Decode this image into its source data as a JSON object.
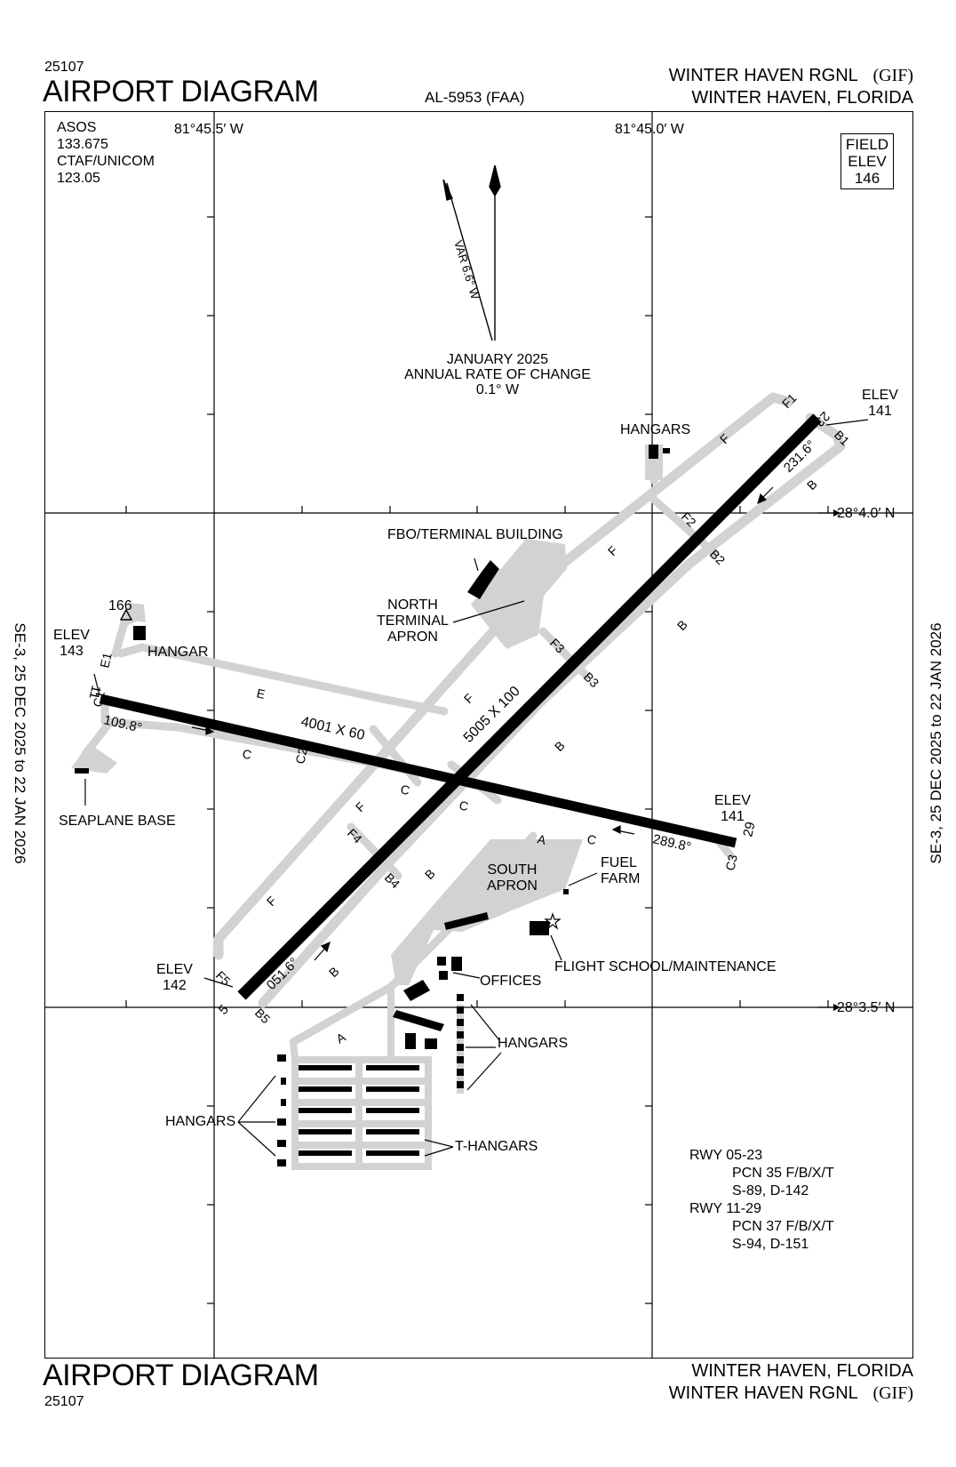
{
  "header": {
    "procedure_number": "25107",
    "title": "AIRPORT DIAGRAM",
    "al_number": "AL-5953 (FAA)",
    "airport_name": "WINTER HAVEN RGNL",
    "airport_id": "(GIF)",
    "city_state": "WINTER HAVEN, FLORIDA"
  },
  "footer": {
    "procedure_number": "25107",
    "title": "AIRPORT DIAGRAM",
    "city_state": "WINTER HAVEN, FLORIDA",
    "airport_name": "WINTER HAVEN RGNL",
    "airport_id": "(GIF)"
  },
  "effective": {
    "left": "SE-3,  25 DEC 2025  to  22 JAN 2026",
    "right": "SE-3,  25 DEC 2025  to  22 JAN 2026"
  },
  "comms": {
    "line1": "ASOS",
    "line2": "133.675",
    "line3": "CTAF/UNICOM",
    "line4": "123.05"
  },
  "field_elev": {
    "line1": "FIELD",
    "line2": "ELEV",
    "line3": "146"
  },
  "coords": {
    "lon_west": "81°45.5′ W",
    "lon_east": "81°45.0′ W",
    "lat_north": "28°4.0′ N",
    "lat_south": "28°3.5′ N"
  },
  "magvar": {
    "var_label": "VAR 6.6° W",
    "line1": "JANUARY 2025",
    "line2": "ANNUAL RATE OF CHANGE",
    "line3": "0.1° W"
  },
  "runways": {
    "r0523_dims": "5005 X 100",
    "r1129_dims": "4001 X 60",
    "hdg_051": "051.6°",
    "hdg_231": "231.6°",
    "hdg_109": "109.8°",
    "hdg_289": "289.8°",
    "end5": "5",
    "end23": "23",
    "end11": "11",
    "end29": "29"
  },
  "elevations": {
    "elev_label": "ELEV",
    "e23": "141",
    "e11": "143",
    "e29": "141",
    "e5": "142",
    "obstacle": "166"
  },
  "taxiways": {
    "F": "F",
    "B": "B",
    "C": "C",
    "E": "E",
    "A": "A",
    "F1": "F1",
    "F2": "F2",
    "F3": "F3",
    "F4": "F4",
    "F5": "F5",
    "B1": "B1",
    "B2": "B2",
    "B3": "B3",
    "B4": "B4",
    "B5": "B5",
    "C1": "C1",
    "C2": "C2",
    "C3": "C3",
    "E1": "E1"
  },
  "features": {
    "hangars_ne": "HANGARS",
    "fbo": "FBO/TERMINAL BUILDING",
    "north_apron_1": "NORTH",
    "north_apron_2": "TERMINAL",
    "north_apron_3": "APRON",
    "hangar_w": "HANGAR",
    "seaplane": "SEAPLANE BASE",
    "south_apron_1": "SOUTH",
    "south_apron_2": "APRON",
    "fuel_1": "FUEL",
    "fuel_2": "FARM",
    "flight_school": "FLIGHT SCHOOL/MAINTENANCE",
    "offices": "OFFICES",
    "hangars_se": "HANGARS",
    "hangars_sw": "HANGARS",
    "t_hangars": "T-HANGARS"
  },
  "pcn": {
    "rwy1": "RWY 05-23",
    "rwy1_pcn": "PCN 35 F/B/X/T",
    "rwy1_wt": "S-89, D-142",
    "rwy2": "RWY 11-29",
    "rwy2_pcn": "PCN 37 F/B/X/T",
    "rwy2_wt": "S-94, D-151"
  }
}
